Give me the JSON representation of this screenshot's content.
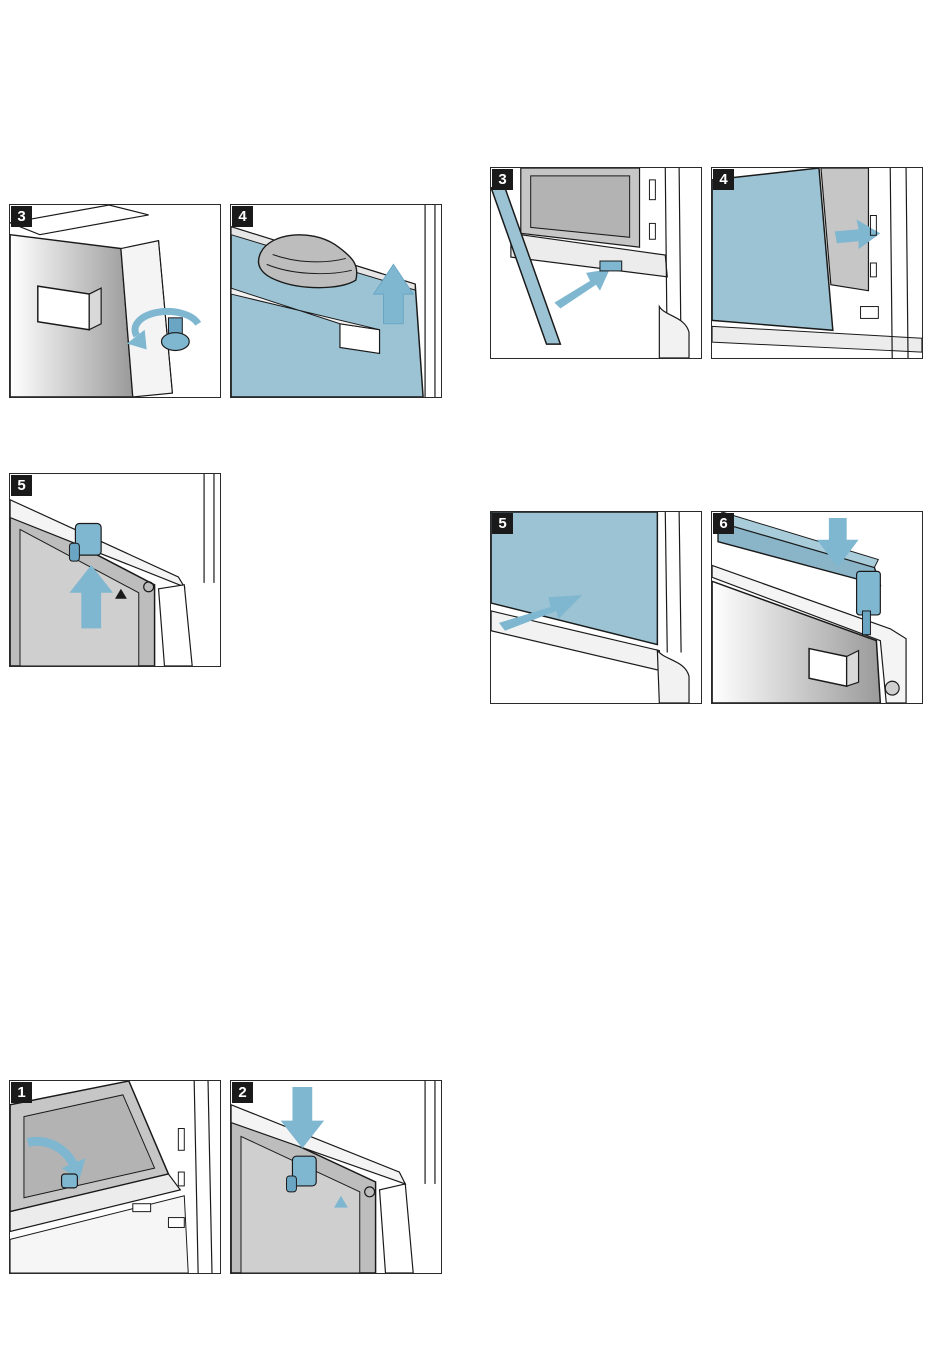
{
  "left_column": {
    "top_pair": [
      {
        "step": "3"
      },
      {
        "step": "4"
      }
    ],
    "single": {
      "step": "5"
    },
    "bottom_pair": [
      {
        "step": "1"
      },
      {
        "step": "2"
      }
    ]
  },
  "right_column": {
    "top_pair": [
      {
        "step": "3"
      },
      {
        "step": "4"
      }
    ],
    "bottom_pair": [
      {
        "step": "5"
      },
      {
        "step": "6"
      }
    ]
  },
  "colors": {
    "accent_blue": "#7fb7d1",
    "glass_blue": "#9cc3d3",
    "gray_panel": "#bdbdbd",
    "outline": "#1a1a1a"
  },
  "icons": [
    "up-arrow-icon",
    "rotate-arrow-icon",
    "screw-icon",
    "cloth-icon",
    "clip-icon",
    "right-arrow-icon",
    "down-arrow-icon",
    "triangle-marker-icon"
  ]
}
